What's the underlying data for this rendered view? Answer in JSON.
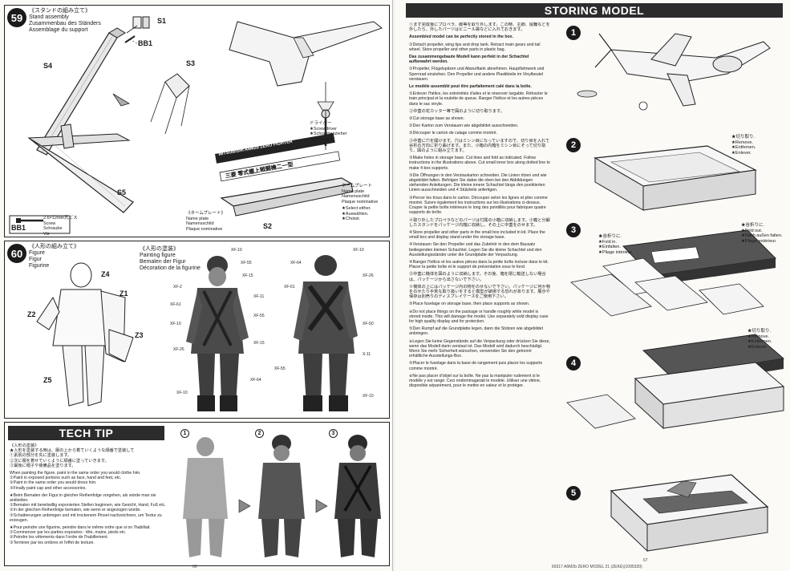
{
  "step59": {
    "number": "59",
    "header_jp": "《スタンドの組み立て》",
    "header_en": "Stand assembly",
    "header_de": "Zusammenbau des Ständers",
    "header_fr": "Assemblage du support",
    "labels": {
      "s1": "S1",
      "bb1": "BB1",
      "s3": "S3",
      "s4": "S4",
      "s5": "S5",
      "s2": "S2",
      "bb1_box": "BB1"
    },
    "screw_text": "2.6×12mm丸ビス\nScrew\nSchraube\nVis",
    "driver_text": "ドライバー\n★Screwdriver\n★Schraubenzieher\nTournevis ★",
    "nameplate_top": "ネームプレート\nName plate\nNamensschild\nPlaque nominative",
    "nameplate_bottom": "《ネームプレート》\nName plate\nNamensschild\nPlaque nominative",
    "sticker_note": "★Select either.\n★Auswählen.\n★Choisir.",
    "nameplate_en": "MITSUBISHI A6M2b ZERO FIGHTER",
    "nameplate_jp": "三菱 零式艦上戦闘機二一型"
  },
  "step60": {
    "number": "60",
    "header_jp": "《人形の組み立て》",
    "header_en": "Figure",
    "header_de": "Figur",
    "header_fr": "Figurine",
    "labels": {
      "z4": "Z4",
      "z1": "Z1",
      "z2": "Z2",
      "z3": "Z3",
      "z5": "Z5"
    },
    "paint_jp": "《人形の塗装》",
    "paint_en": "Painting figure",
    "paint_de": "Bemalen der Figur",
    "paint_fr": "Décoration de la figurine",
    "xf_front": [
      "XF-10",
      "XF-55",
      "XF-15",
      "XF-2",
      "XF-61",
      "XF-11",
      "XF-55",
      "XF-15",
      "XF-10",
      "XF-26",
      "XF-64",
      "XF-10"
    ],
    "xf_back": [
      "XF-64",
      "XF-10",
      "XF-26",
      "XF-61",
      "XF-50",
      "XF-55",
      "X-11",
      "XF-10"
    ]
  },
  "techtip": {
    "title": "TECH TIP",
    "jp_head": "《人形の塗装》",
    "lines": [
      "★人形を塗装する時は、服の上から着ていくような順番で塗装して",
      "①素肌の部分を先に塗装します。",
      "②次に服を着せていくように順番に塗っていきます。",
      "③最後に帽子や装備品を塗ります。",
      "When painting the figure, paint in the same order you would clothe him.",
      "①Paint in exposed portions such as face, hand and feet, etc.",
      "②Paint in the same order you would dress him.",
      "③Finally paint cap and other accessories.",
      "★Beim Bemalen der Figur in gleicher Reihenfolge vorgehen, als würde man sie ankleiden.",
      "①Bemalen mit bereitwillig exponierten Stellen beginnen, wie Gesicht, Hand, Fuß etc.",
      "②In der gleichen Reihenfolge bemalen, wie wenn er angezogen würde.",
      "③Schattierungen anbringen und mit trockenem Pinsel nachzeichnen, um Textur zu erzeugen.",
      "★Pour peindre une figurine, peindre dans le même ordre que si on l'habillait.",
      "①Commencer par les parties exposées : tête, mains, pieds etc.",
      "②Peindre les vêtements dans l'ordre de l'habillement.",
      "③Terminer par les ombres et l'effet de texture."
    ],
    "stages": [
      "1",
      "2",
      "3"
    ]
  },
  "storing": {
    "title": "STORING MODEL",
    "steps": [
      "1",
      "2",
      "3",
      "4",
      "5"
    ],
    "col_text": [
      "①まず完成後にプロペラ、脚等を取り外します。この時、主脚、尾輪などを外したら、外したパーツはビニール袋などに入れておきます。",
      "Assembled model can be perfectly stored in the box.",
      "①Detach propeller, wing tips and drop tank. Retract main gears and tail wheel. Store propeller and other parts in plastic bag.",
      "Das zusammengebaute Modell kann perfekt in der Schachtel aufbewahrt werden.",
      "①Propeller, Flügelspitzen und Abwurftank abnehmen. Hauptfahrwerk und Spornrad einziehen. Den Propeller und andere Plastikteile im Vinylbeutel verstauen.",
      "Le modèle assemblé peut être parfaitement calé dans la boîte.",
      "①Enlever l'hélice, les extrémités d'ailes et le réservoir largable. Rétracter le train principal et la roulette de queue. Ranger l'hélice et les autres pièces dans le sac vinyle.",
      "②中蓋の花カッター等で図のように切り取ります。",
      "②Cut storage base as shown.",
      "②Den Karton zum Verstauen wie abgebildet ausschneiden.",
      "②Découper le carton de calage comme montré.",
      "③中蓋に穴を開けます。穴はミシン目になっていますので、切り目を入れて谷折の方向に折り曲げます。また、小箱の内箱をミシン目にそって切り取り、図のように組み立てます。",
      "③Make holes in storage base. Cut lines and fold as indicated. Follow instructions in the illustrations above. Cut small inner box along dotted line to make 4 box supports.",
      "③Die Öffnungen in den Verstaukarton schneiden. Die Linien ritzen und wie abgebildet falten. Befolgen Sie dabei die oben bei den Abbildungen stehenden Anleitungen. Die kleine innere Schachtel längs den punktierten Linien ausschneiden und 4 Stützteile anfertigen.",
      "③Percer les trous dans le carton. Découper selon les lignes et plier comme montré. Suivre également les instructions sur les illustrations ci-dessus. Couper la petite boîte intérieure le long des pointillés pour fabriquer quatre supports de boîte.",
      "④取り外したプロペラなどのパーツは付属の小箱に収納します。小箱と分解したスタンドをパッケージ内箱に収納し、その上に中蓋をのせます。",
      "④Store propeller and other parts in the small box included in kit. Place the small box and display stand under the storage base.",
      "④Verstauen Sie den Propeller und das Zubehör in den dem Bausatz beiliegenden kleinen Schachtel. Legen Sie die kleine Schachtel und den Ausstellungsständer unter die Grundplatte der Verpackung.",
      "④Ranger l'hélice et les autres pièces dans la petite boîte incluse dans le kit. Placer la petite boîte et le support de présentation sous le fond.",
      "⑤中蓋に機体を図のように収納します。その後、箱を閉じ輸送しない場合は、パッケージから出さないで下さい。",
      "※機体の上にはパッケージ内の物をのせないで下さい。パッケージに何か物をのせたり手荒な取り扱いをすると模型が破損する恐れがあります。展示や保存は別売りのディスプレイケースをご使用下さい。",
      "⑤Place fuselage on storage base, then place supports as shown.",
      "※Do not place things on the package or handle roughly while model is stored inside. This will damage the model. Use separately sold display case for high quality display and for protection.",
      "⑤Den Rumpf auf die Grundplatte legen, dann die Stützen wie abgebildet anbringen.",
      "※Legen Sie keine Gegenstände auf die Verpackung oder drücken Sie diese, wenn das Modell darin verstaut ist. Das Modell wird dadurch beschädigt. Wenn Sie mehr Sicherheit wünschen, verwenden Sie den getrennt erhältliche Ausstellungs-Box.",
      "⑤Placer le fuselage dans la base de rangement puis placer les supports comme montré.",
      "※Ne pas placer d'objet sur la boîte. Ne pas la manipuler rudement si le modèle y est rangé. Ceci endommagerait le modèle. Utiliser une vitrine, disponible séparément, pour le mettre en valeur et le protéger."
    ],
    "remove_note": "★切り取り.\n★Remove.\n★Entfernen.\n★Enlever.",
    "fold_note": "★谷折りに.\n★Fold in.\n★Einfalten.\n★Pliage intérieur.",
    "fold_out_note": "★谷折りに.\n★Fold out.\n★Nach außen falten.\n★Pliage extérieur.",
    "remove_note2": "★切り取り.\n★Remove.\n★Entfernen.\n★Enlever."
  },
  "footer_left": "60",
  "footer_right": "67",
  "footer_center": "60317 A6M2b ZERO MODEL 21 (ZEKE)(1095330)"
}
